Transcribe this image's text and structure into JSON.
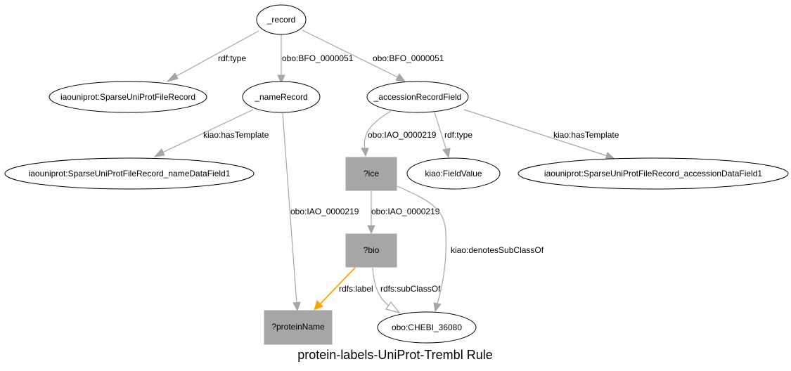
{
  "title": "protein-labels-UniProt-Trembl Rule",
  "colors": {
    "edge": "#a6a6a6",
    "highlight_edge": "#ffa500",
    "variable_node_fill": "#a6a6a6",
    "resource_node_stroke": "#000000"
  },
  "nodes": {
    "record": "_record",
    "sparse_record": "iaouniprot:SparseUniProtFileRecord",
    "name_record": "_nameRecord",
    "accession_record_field": "_accessionRecordField",
    "name_data_field": "iaouniprot:SparseUniProtFileRecord_nameDataField1",
    "ice": "?ice",
    "field_value": "kiao:FieldValue",
    "accession_data_field": "iaouniprot:SparseUniProtFileRecord_accessionDataField1",
    "bio": "?bio",
    "protein_name": "?proteinName",
    "chebi": "obo:CHEBI_36080"
  },
  "edges": {
    "record_type": "rdf:type",
    "record_name_record": "obo:BFO_0000051",
    "record_accession": "obo:BFO_0000051",
    "name_record_template": "kiao:hasTemplate",
    "name_record_protein_name": "obo:IAO_0000219",
    "accession_ice": "obo:IAO_0000219",
    "accession_type": "rdf:type",
    "accession_template": "kiao:hasTemplate",
    "ice_bio": "obo:IAO_0000219",
    "ice_chebi": "kiao:denotesSubClassOf",
    "bio_label": "rdfs:label",
    "bio_subclass": "rdfs:subClassOf"
  }
}
